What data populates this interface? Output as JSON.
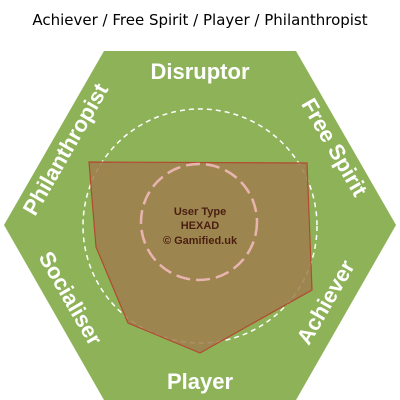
{
  "title": "Achiever / Free Spirit / Player / Philanthropist",
  "hexad": {
    "top": "Disruptor",
    "upper_right": "Free Spirit",
    "lower_right": "Achiever",
    "bottom": "Player",
    "lower_left": "Socialiser",
    "upper_left": "Philanthropist"
  },
  "center": {
    "line1": "User Type",
    "line2": "HEXAD",
    "line3": "© Gamified.uk"
  },
  "colors": {
    "hexagon": "#8db258",
    "shape_fill": "#a07c4e",
    "shape_stroke": "#b24a30",
    "dashed_circle": "#ffffff",
    "inner_circle": "#e8b4b0",
    "center_text": "#4a1f12"
  }
}
